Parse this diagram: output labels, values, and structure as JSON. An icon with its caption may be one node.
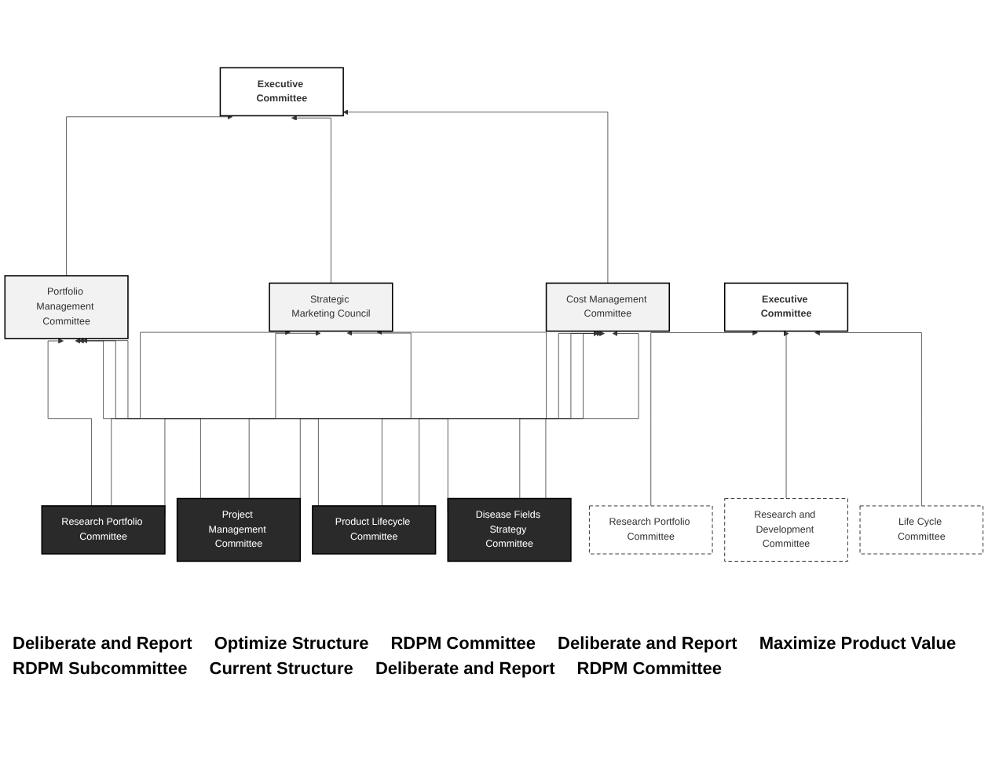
{
  "diagram": {
    "nodes": [
      {
        "text": [
          "Executive Committee"
        ]
      },
      {
        "text": [
          "Portfolio Management Committee"
        ]
      },
      {
        "text": [
          "Strategic Marketing Council"
        ]
      },
      {
        "text": [
          "Cost Management Committee"
        ]
      },
      {
        "text": [
          "Research Portfolio Committee"
        ]
      },
      {
        "text": [
          "Project Management Committee"
        ]
      },
      {
        "text": [
          "Product Lifecycle Committee"
        ]
      },
      {
        "text": [
          "Disease Fields Strategy Committee"
        ]
      },
      {
        "text": [
          "Executive Committee"
        ]
      },
      {
        "text": [
          "Research Portfolio Committee"
        ]
      },
      {
        "text": [
          "Research and Development Committee"
        ]
      },
      {
        "text": [
          "Life Cycle Committee"
        ]
      }
    ],
    "edges": [
      {
        "from": 1,
        "to": 0,
        "arrow": "to"
      },
      {
        "from": 2,
        "to": 0,
        "arrow": "to"
      },
      {
        "from": 3,
        "to": 0,
        "arrow": "to"
      },
      {
        "from": 4,
        "to": 1,
        "arrow": "to"
      },
      {
        "from": 5,
        "to": 1,
        "arrow": "to"
      },
      {
        "from": 6,
        "to": 1,
        "arrow": "to"
      },
      {
        "from": 7,
        "to": 1,
        "arrow": "to"
      },
      {
        "from": 4,
        "to": 2,
        "arrow": "to"
      },
      {
        "from": 5,
        "to": 2,
        "arrow": "to"
      },
      {
        "from": 6,
        "to": 2,
        "arrow": "to"
      },
      {
        "from": 7,
        "to": 2,
        "arrow": "to"
      },
      {
        "from": 4,
        "to": 3,
        "arrow": "to"
      },
      {
        "from": 5,
        "to": 3,
        "arrow": "to"
      },
      {
        "from": 6,
        "to": 3,
        "arrow": "to"
      },
      {
        "from": 7,
        "to": 3,
        "arrow": "to"
      },
      {
        "from": 9,
        "to": 8,
        "arrow": "to"
      },
      {
        "from": 10,
        "to": 8,
        "arrow": "to"
      },
      {
        "from": 11,
        "to": 8,
        "arrow": "to"
      }
    ],
    "labels": [
      "Deliberate and Report",
      "Optimize Structure",
      "RDPM Committee",
      "Deliberate and Report",
      "Maximize Product Value",
      "RDPM Subcommittee",
      "Current Structure",
      "Deliberate and Report",
      "RDPM Committee"
    ]
  }
}
